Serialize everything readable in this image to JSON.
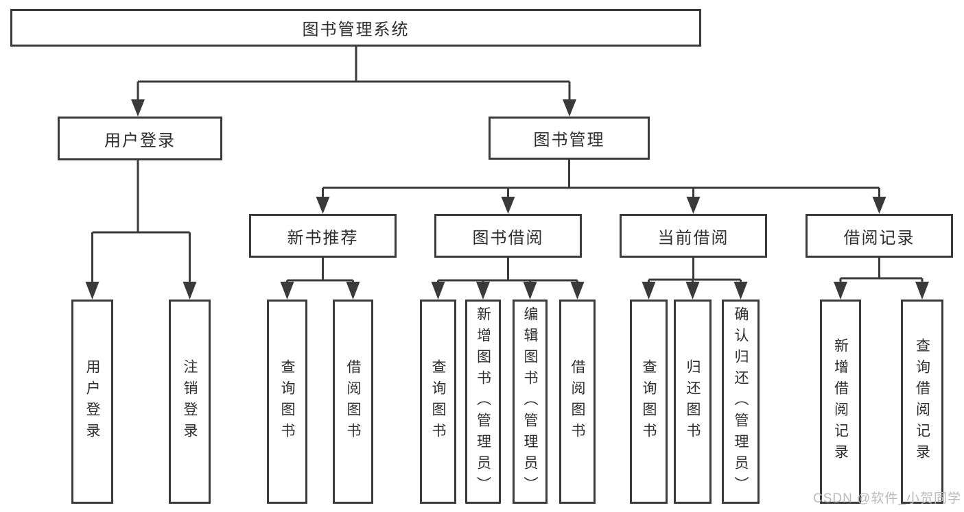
{
  "tree": {
    "root": {
      "label": "图书管理系统"
    },
    "branches": [
      {
        "label": "用户登录",
        "children": [
          {
            "label": "用户登录"
          },
          {
            "label": "注销登录"
          }
        ]
      },
      {
        "label": "图书管理",
        "children": [
          {
            "label": "新书推荐",
            "children": [
              {
                "label": "查询图书"
              },
              {
                "label": "借阅图书"
              }
            ]
          },
          {
            "label": "图书借阅",
            "children": [
              {
                "label": "查询图书"
              },
              {
                "label": "新增图书（管理员）"
              },
              {
                "label": "编辑图书（管理员）"
              },
              {
                "label": "借阅图书"
              }
            ]
          },
          {
            "label": "当前借阅",
            "children": [
              {
                "label": "查询图书"
              },
              {
                "label": "归还图书"
              },
              {
                "label": "确认归还（管理员）"
              }
            ]
          },
          {
            "label": "借阅记录",
            "children": [
              {
                "label": "新增借阅记录"
              },
              {
                "label": "查询借阅记录"
              }
            ]
          }
        ]
      }
    ]
  },
  "watermark": {
    "text": "CSDN @软件_小贺同学"
  },
  "colors": {
    "line": "#3a3a3a",
    "text": "#2e2e2e",
    "box_background": "#ffffff",
    "watermark": "#b9b9b9"
  }
}
